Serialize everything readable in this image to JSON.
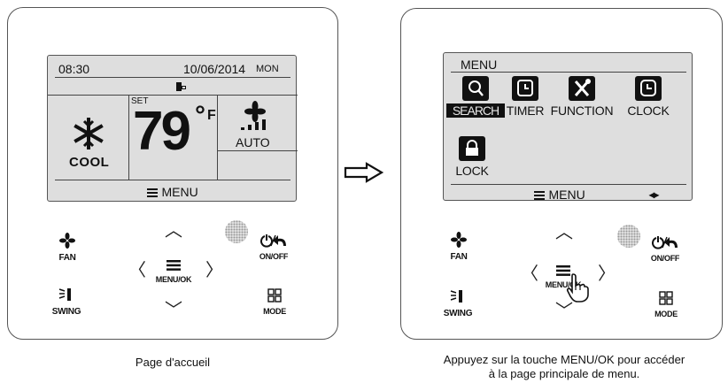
{
  "home": {
    "time": "08:30",
    "date": "10/06/2014",
    "day": "MON",
    "mode_label": "COOL",
    "set_label": "SET",
    "temperature": "79",
    "degree_symbol": "°",
    "unit": "F",
    "fan_speed_label": "AUTO",
    "menu_label": "MENU",
    "caption": "Page d'accueil"
  },
  "menu_screen": {
    "title": "MENU",
    "items": [
      {
        "label": "SEARCH",
        "icon": "search-icon",
        "selected": true
      },
      {
        "label": "TIMER",
        "icon": "timer-icon",
        "selected": false
      },
      {
        "label": "FUNCTION",
        "icon": "tools-icon",
        "selected": false
      },
      {
        "label": "CLOCK",
        "icon": "clock-icon",
        "selected": false
      },
      {
        "label": "LOCK",
        "icon": "lock-icon",
        "selected": false
      }
    ],
    "menu_label": "MENU",
    "nav_hint": "◂▸",
    "caption_line1": "Appuyez sur la touche MENU/OK pour accéder",
    "caption_line2": "à la page principale de menu."
  },
  "buttons": {
    "fan": "FAN",
    "swing": "SWING",
    "menu_ok": "MENU/OK",
    "on_off": "ON/OFF",
    "mode": "MODE"
  }
}
